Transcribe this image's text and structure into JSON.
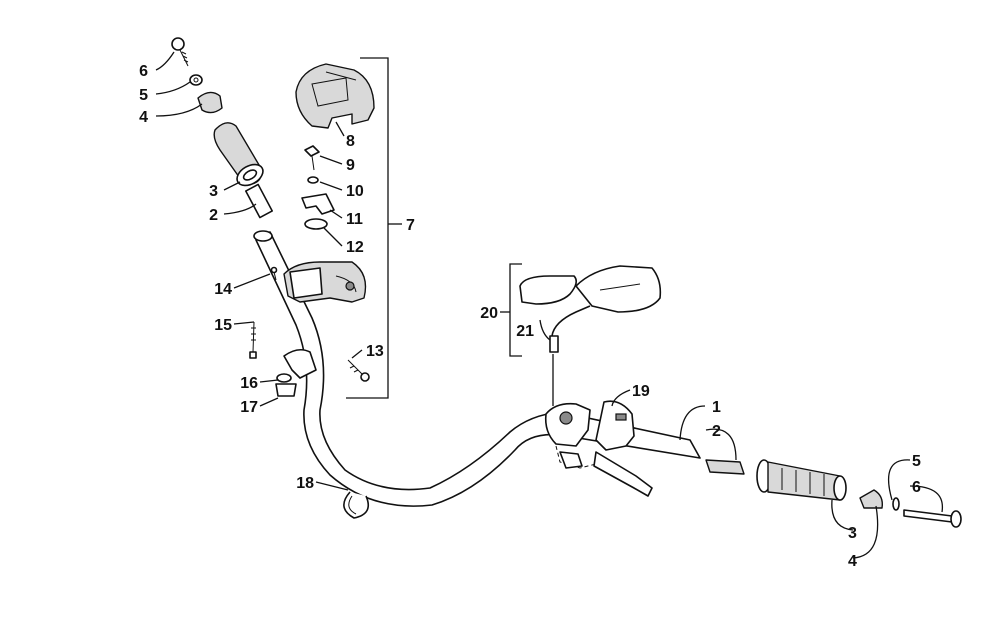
{
  "callouts": {
    "c1": "1",
    "c2_left": "2",
    "c2_right": "2",
    "c3_left": "3",
    "c3_right": "3",
    "c4_left": "4",
    "c4_right": "4",
    "c5_left": "5",
    "c5_right": "5",
    "c6_left": "6",
    "c6_right": "6",
    "c7": "7",
    "c8": "8",
    "c9": "9",
    "c10": "10",
    "c11": "11",
    "c12": "12",
    "c13": "13",
    "c14": "14",
    "c15": "15",
    "c16": "16",
    "c17": "17",
    "c18": "18",
    "c19": "19",
    "c20": "20",
    "c21": "21"
  }
}
